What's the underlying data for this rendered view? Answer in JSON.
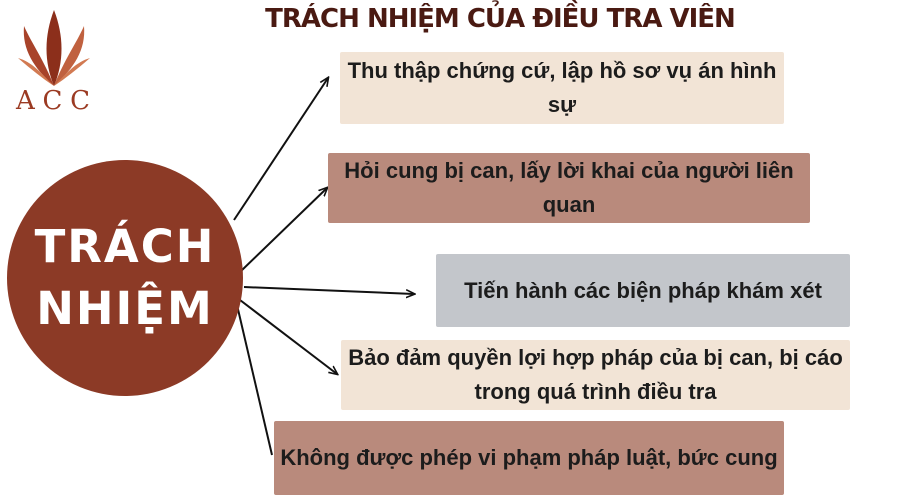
{
  "title": "TRÁCH NHIỆM CỦA ĐIỀU TRA VIÊN",
  "logo": {
    "text": "ACC",
    "letters": [
      "A",
      "C",
      "C"
    ],
    "icon": "flame-leaf-logo",
    "color": "#9b3a22"
  },
  "hub": {
    "label": "TRÁCH\nNHIỆM",
    "color": "#8c3a26"
  },
  "items": [
    {
      "label": "Thu thập chứng cứ, lập hồ sơ vụ án hình sự",
      "color": "#f2e4d6"
    },
    {
      "label": "Hỏi cung bị can, lấy lời khai của người liên quan",
      "color": "#b98a7c"
    },
    {
      "label": "Tiến hành các biện pháp khám xét",
      "color": "#c3c6cb"
    },
    {
      "label": "Bảo đảm quyền lợi hợp pháp của bị can, bị cáo trong quá trình điều tra",
      "color": "#f2e4d6"
    },
    {
      "label": "Không được phép vi phạm pháp luật, bức cung",
      "color": "#b98a7c"
    }
  ]
}
